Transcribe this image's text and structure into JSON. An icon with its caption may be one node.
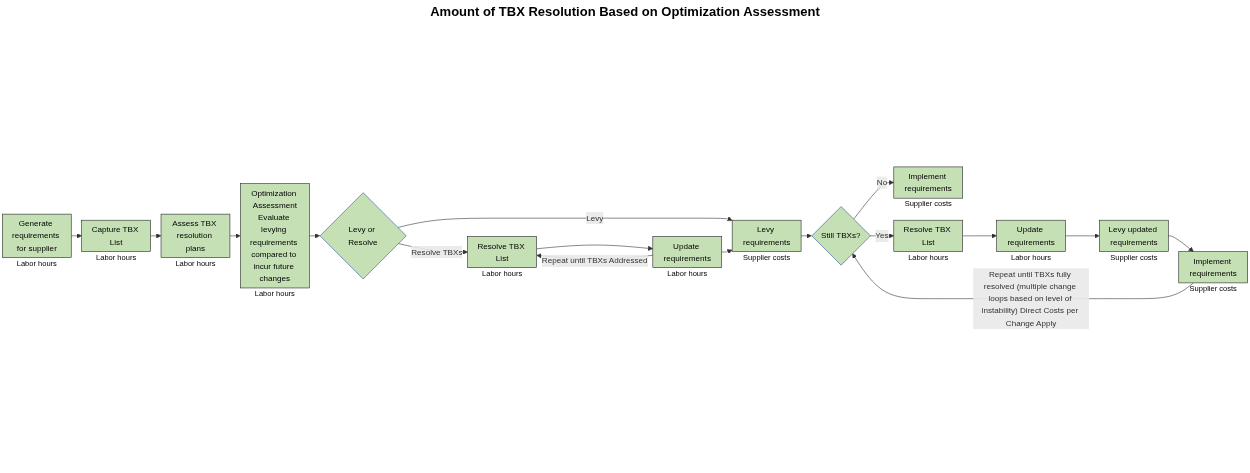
{
  "diagram": {
    "nodes": [
      {
        "text": [
          "Generate requirements for supplier"
        ],
        "beside": [
          "Labor hours"
        ]
      },
      {
        "text": [
          "Capture TBX List"
        ],
        "beside": [
          "Labor hours"
        ]
      },
      {
        "text": [
          "Assess TBX resolution plans"
        ],
        "beside": [
          "Labor hours"
        ]
      },
      {
        "text": [
          "Optimization Assessment",
          "Evaluate levying requirements compared to incur future changes"
        ],
        "beside": [
          "Labor hours"
        ]
      },
      {
        "text": [
          "Levy or Resolve"
        ]
      },
      {
        "text": [
          "Resolve TBX List"
        ],
        "beside": [
          "Labor hours"
        ]
      },
      {
        "text": [
          "Update requirements"
        ],
        "beside": [
          "Labor hours"
        ]
      },
      {
        "text": [
          "Levy requirements"
        ],
        "beside": [
          "Supplier costs"
        ]
      },
      {
        "text": [
          "Implement requirements"
        ],
        "beside": [
          "Supplier costs"
        ]
      },
      {
        "text": [
          "Still TBXs?"
        ]
      },
      {
        "text": [
          "Resolve TBX List"
        ],
        "beside": [
          "Labor hours"
        ]
      },
      {
        "text": [
          "Update requirements"
        ],
        "beside": [
          "Labor hours"
        ]
      },
      {
        "text": [
          "Levy updated requirements"
        ],
        "beside": [
          "Supplier costs"
        ]
      },
      {
        "text": [
          "Implement requirements"
        ],
        "beside": [
          "Supplier costs"
        ]
      }
    ],
    "edges": [
      {
        "from": 0,
        "to": 1,
        "arrow": "to"
      },
      {
        "from": 1,
        "to": 2,
        "arrow": "to"
      },
      {
        "from": 2,
        "to": 3,
        "arrow": "to"
      },
      {
        "from": 3,
        "to": 4,
        "arrow": "to"
      },
      {
        "from": 4,
        "to": 5,
        "arrow": "to",
        "label": "Resolve TBXs"
      },
      {
        "from": 5,
        "to": 6,
        "arrow": "to"
      },
      {
        "from": 6,
        "to": 5,
        "arrow": "to",
        "label": "Repeat until TBXs Addressed"
      },
      {
        "from": 4,
        "to": 7,
        "arrow": "to",
        "label": "Levy"
      },
      {
        "from": 6,
        "to": 7,
        "arrow": "to"
      },
      {
        "from": 7,
        "to": 9,
        "arrow": "to"
      },
      {
        "from": 9,
        "to": 8,
        "arrow": "to",
        "label": "No"
      },
      {
        "from": 9,
        "to": 10,
        "arrow": "to",
        "label": "Yes"
      },
      {
        "from": 10,
        "to": 11,
        "arrow": "to"
      },
      {
        "from": 11,
        "to": 12,
        "arrow": "to"
      },
      {
        "from": 12,
        "to": 13,
        "arrow": "to"
      },
      {
        "from": 13,
        "to": 9,
        "arrow": "to",
        "label": "Repeat until TBXs fully resolved (multiple change loops based on level of instability) Direct Costs per Change Apply"
      }
    ],
    "labels": [
      "Amount of TBX Resolution Based on Optimization Assessment"
    ]
  }
}
